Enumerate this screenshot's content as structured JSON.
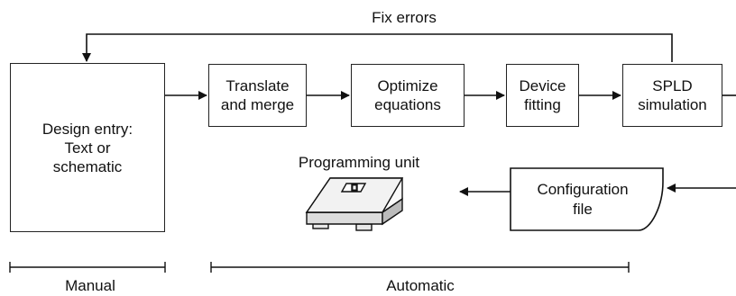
{
  "feedback_label": "Fix errors",
  "boxes": {
    "design_entry": "Design entry:\nText or\nschematic",
    "translate": "Translate\nand merge",
    "optimize": "Optimize\nequations",
    "fitting": "Device\nfitting",
    "simulation": "SPLD\nsimulation",
    "config_file": "Configuration\nfile"
  },
  "programming_unit_label": "Programming unit",
  "phases": {
    "manual": "Manual",
    "automatic": "Automatic"
  }
}
